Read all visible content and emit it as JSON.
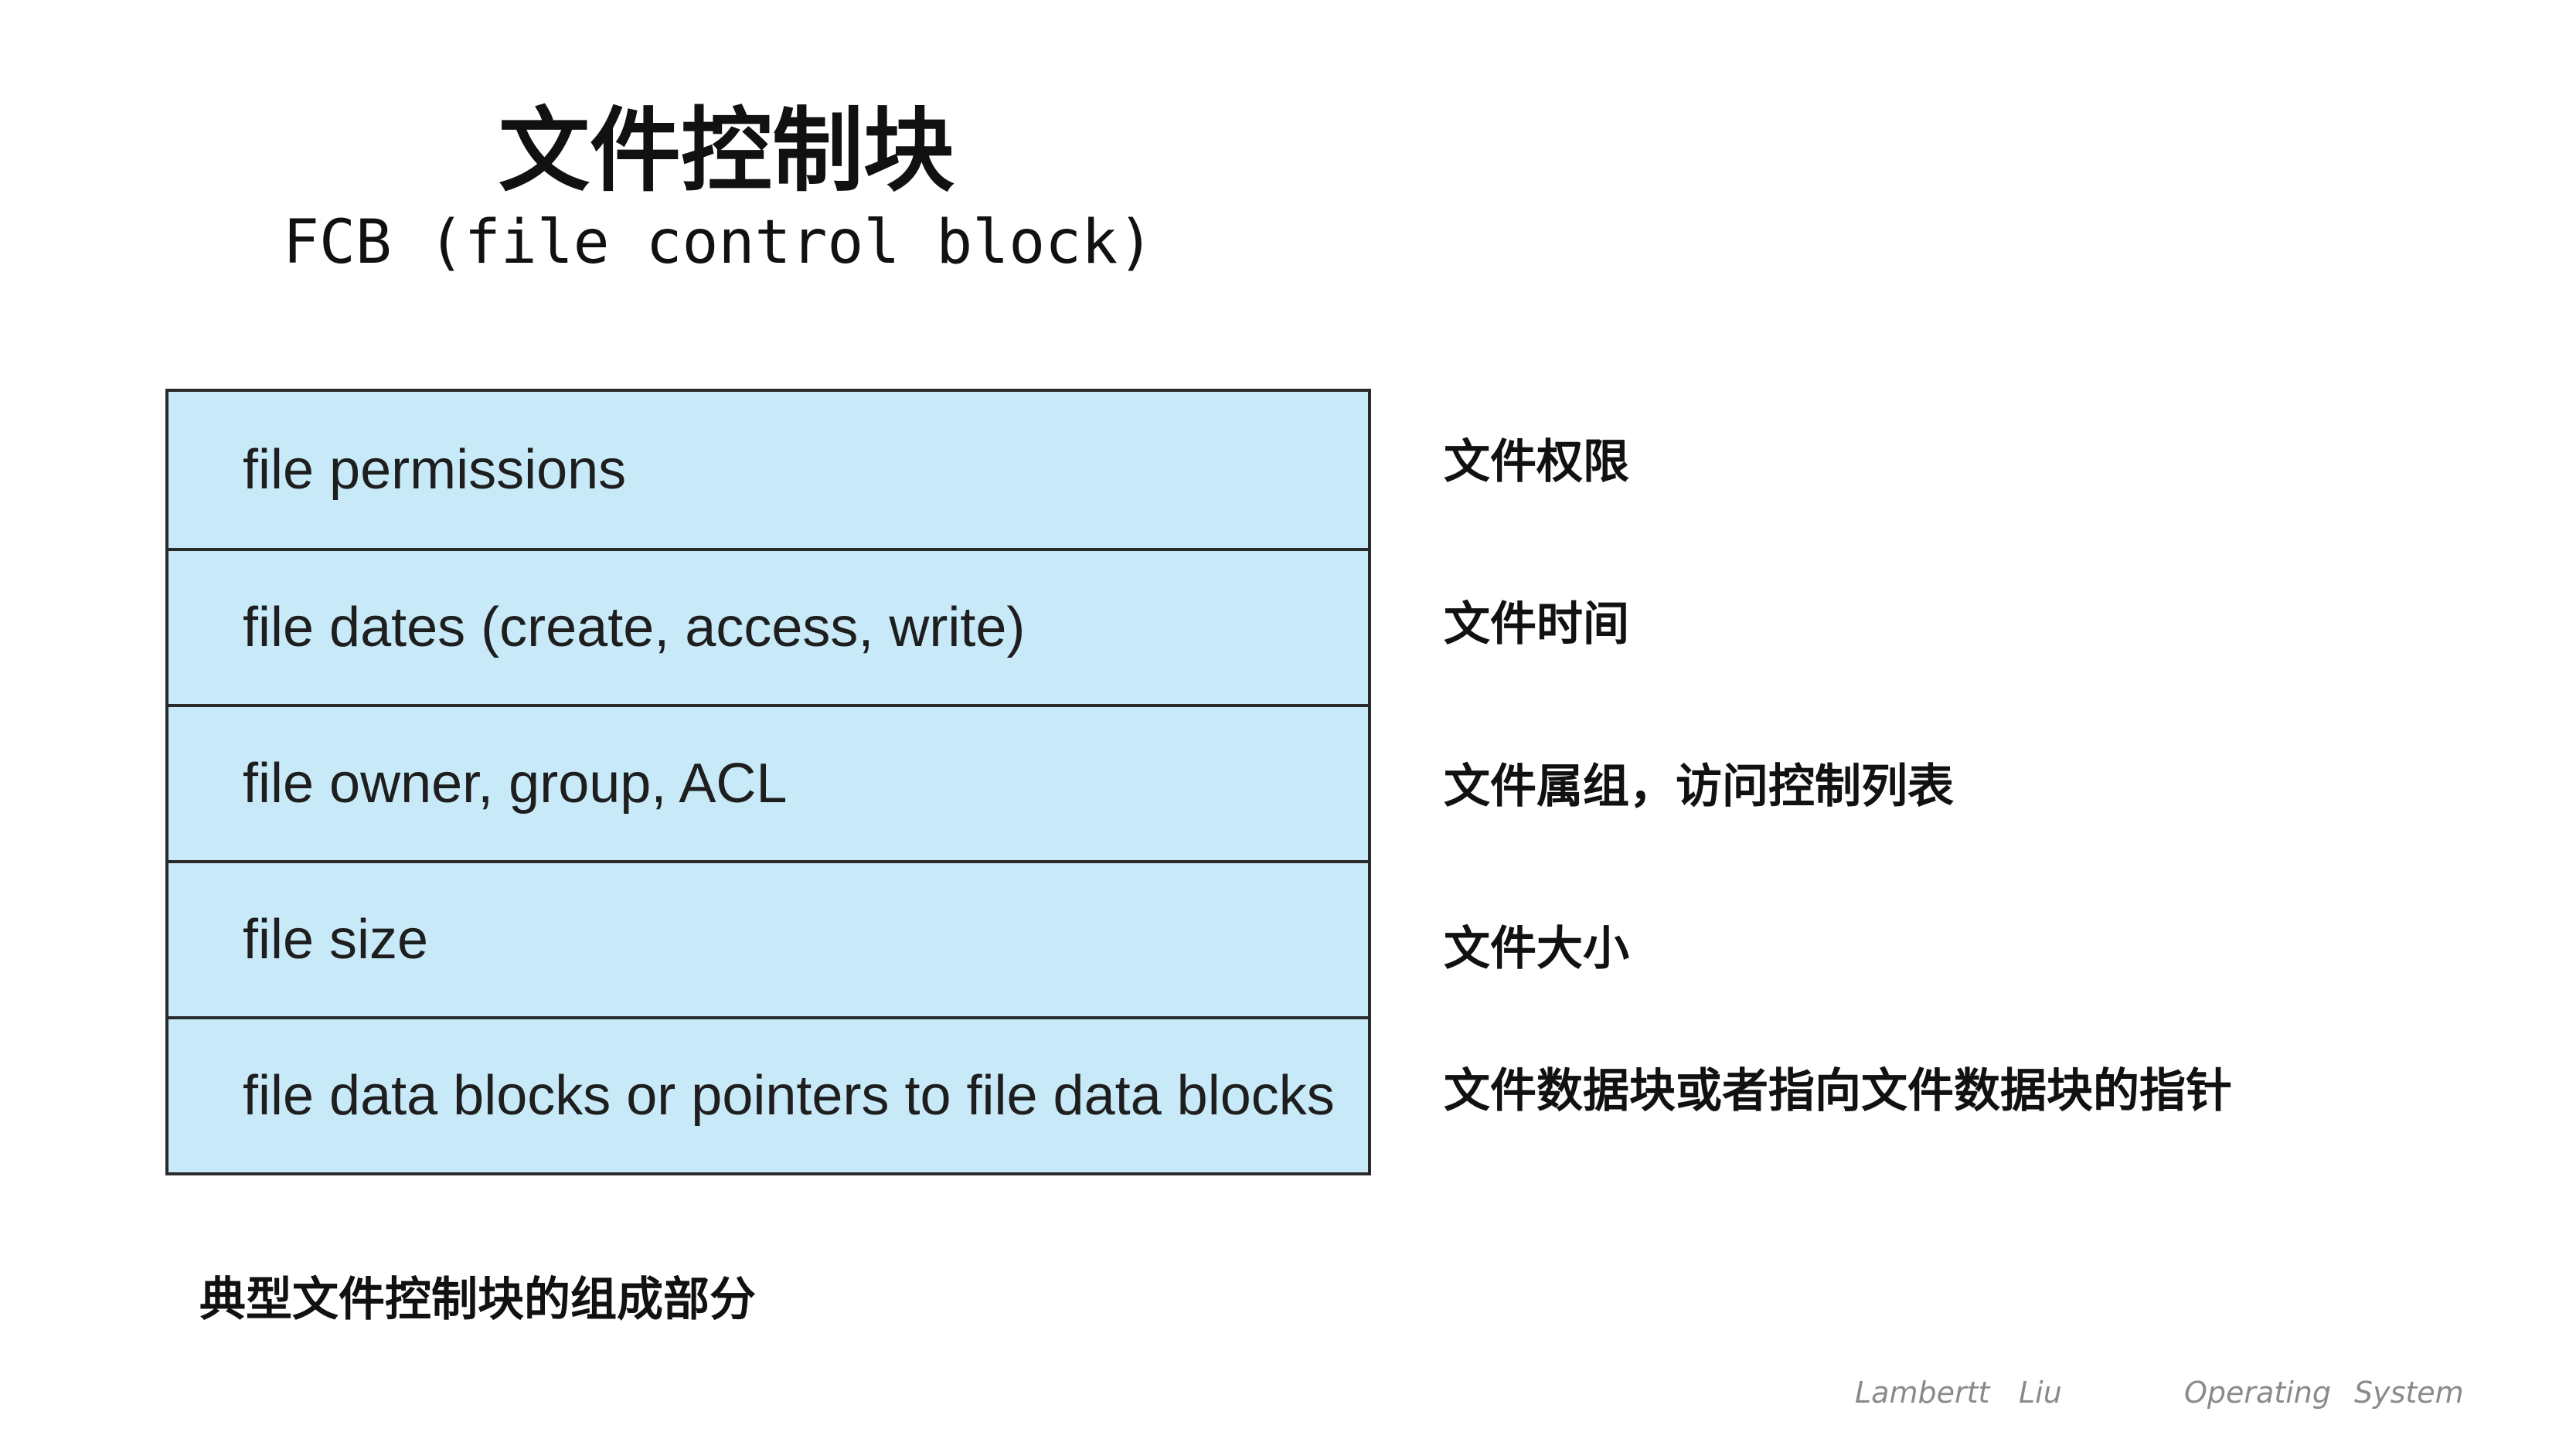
{
  "title": {
    "chinese": "文件控制块",
    "english": "FCB (file control block)"
  },
  "fcb_fields": [
    {
      "label": "file permissions",
      "chinese": "文件权限"
    },
    {
      "label": "file dates (create, access, write)",
      "chinese": "文件时间"
    },
    {
      "label": "file owner, group, ACL",
      "chinese": "文件属组，访问控制列表"
    },
    {
      "label": "file size",
      "chinese": "文件大小"
    },
    {
      "label": "file data blocks or pointers to file data blocks",
      "chinese": "文件数据块或者指向文件数据块的指针"
    }
  ],
  "caption": "典型文件控制块的组成部分",
  "footer": {
    "author_first": "Lambertt",
    "author_last": "Liu",
    "course_first": "Operating",
    "course_last": "System"
  },
  "colors": {
    "table_fill": "#c8e9f8",
    "table_border": "#2a2a2a",
    "footer_text": "#8a8a8a"
  }
}
